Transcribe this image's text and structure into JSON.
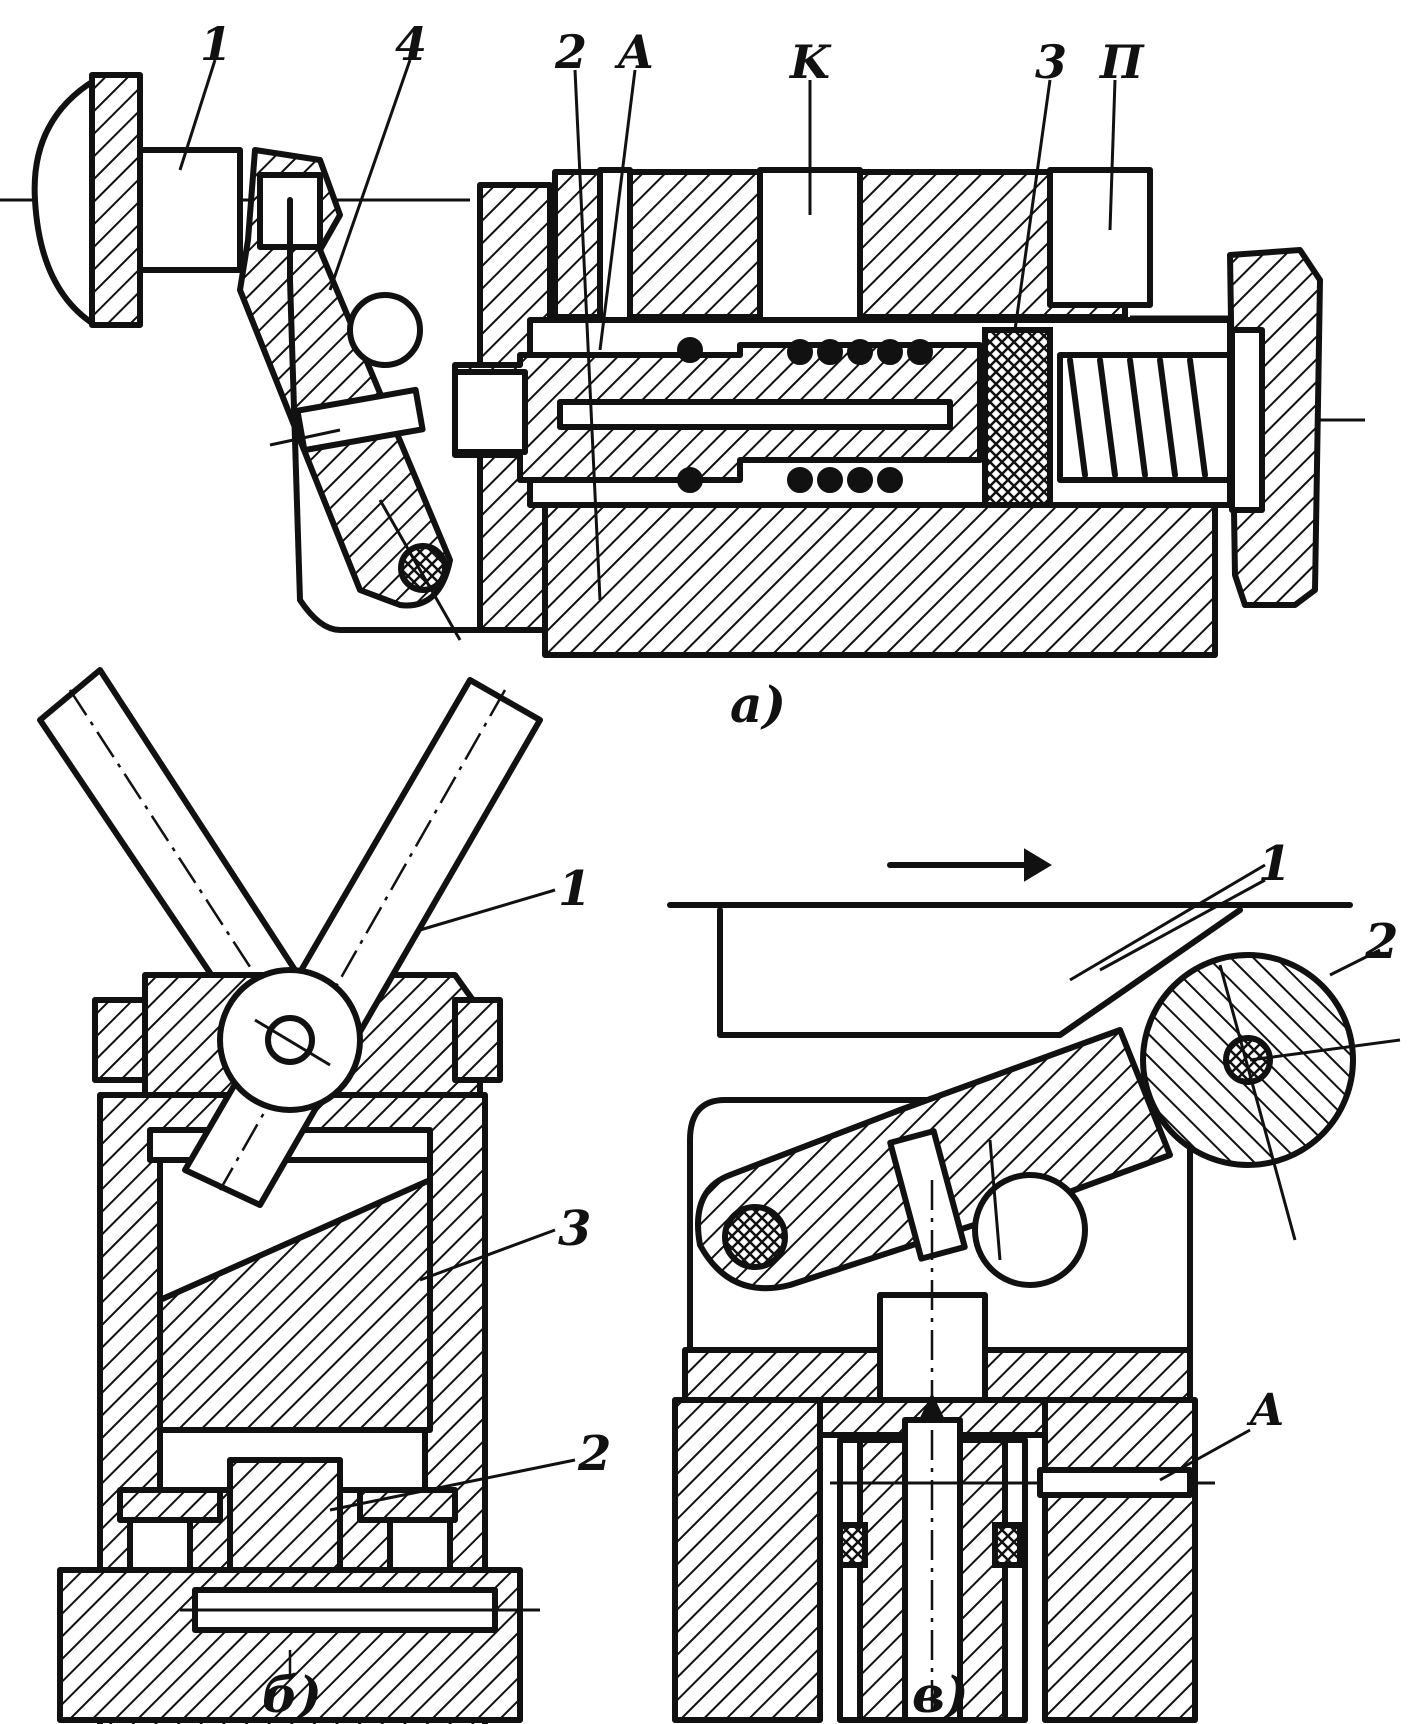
{
  "figure_a": {
    "labels": {
      "part1": "1",
      "part4": "4",
      "part2": "2",
      "chamber_a": "A",
      "channel_k": "K",
      "part3": "3",
      "channel_p": "П"
    },
    "caption": "а)"
  },
  "figure_b": {
    "labels": {
      "part1": "1",
      "part3": "3",
      "part2": "2"
    },
    "caption": "б)"
  },
  "figure_v": {
    "labels": {
      "part1": "1",
      "part2": "2",
      "chamber_a": "A"
    },
    "caption": "в)"
  },
  "colors": {
    "ink": "#111111",
    "paper": "#ffffff"
  }
}
